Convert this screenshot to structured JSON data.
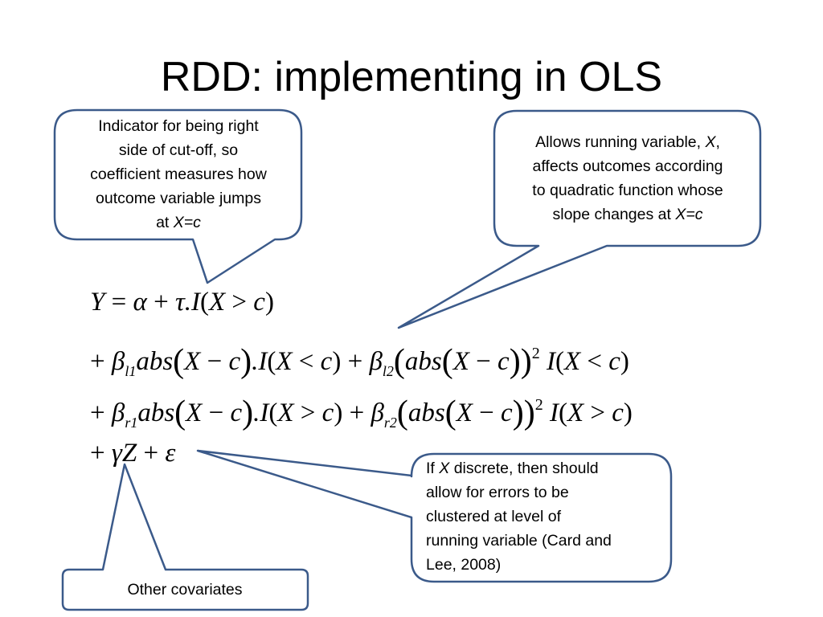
{
  "slide": {
    "title": "RDD: implementing in OLS",
    "callouts": {
      "indicator": {
        "lines": [
          "Indicator for being right",
          "side of cut-off, so",
          "coefficient measures how",
          "outcome variable jumps"
        ],
        "last_prefix": "at ",
        "last_italic": "X=c"
      },
      "running": {
        "l1_prefix": "Allows running variable, ",
        "l1_italic": "X",
        "l1_suffix": ",",
        "lines": [
          "affects outcomes according",
          "to quadratic function whose"
        ],
        "l4_prefix": "slope changes at ",
        "l4_italic": "X=c"
      },
      "discrete": {
        "l1_prefix": "If ",
        "l1_italic": "X",
        "l1_suffix": " discrete, then should",
        "lines": [
          "allow for errors to be",
          "clustered at level of",
          "running variable (Card and",
          "Lee, 2008)"
        ]
      },
      "covariates": {
        "text": "Other covariates"
      }
    },
    "equation": {
      "line1": "Y = α + τ.I(X > c)",
      "line2": "+ β_l1 abs(X − c).I(X < c) + β_l2 (abs(X − c))^2 I(X < c)",
      "line3": "+ β_r1 abs(X − c).I(X > c) + β_r2 (abs(X − c))^2 I(X > c)",
      "line4": "+ γZ + ε"
    },
    "colors": {
      "callout_border": "#3b5a8a",
      "callout_fill": "#ffffff",
      "text": "#000000"
    }
  }
}
